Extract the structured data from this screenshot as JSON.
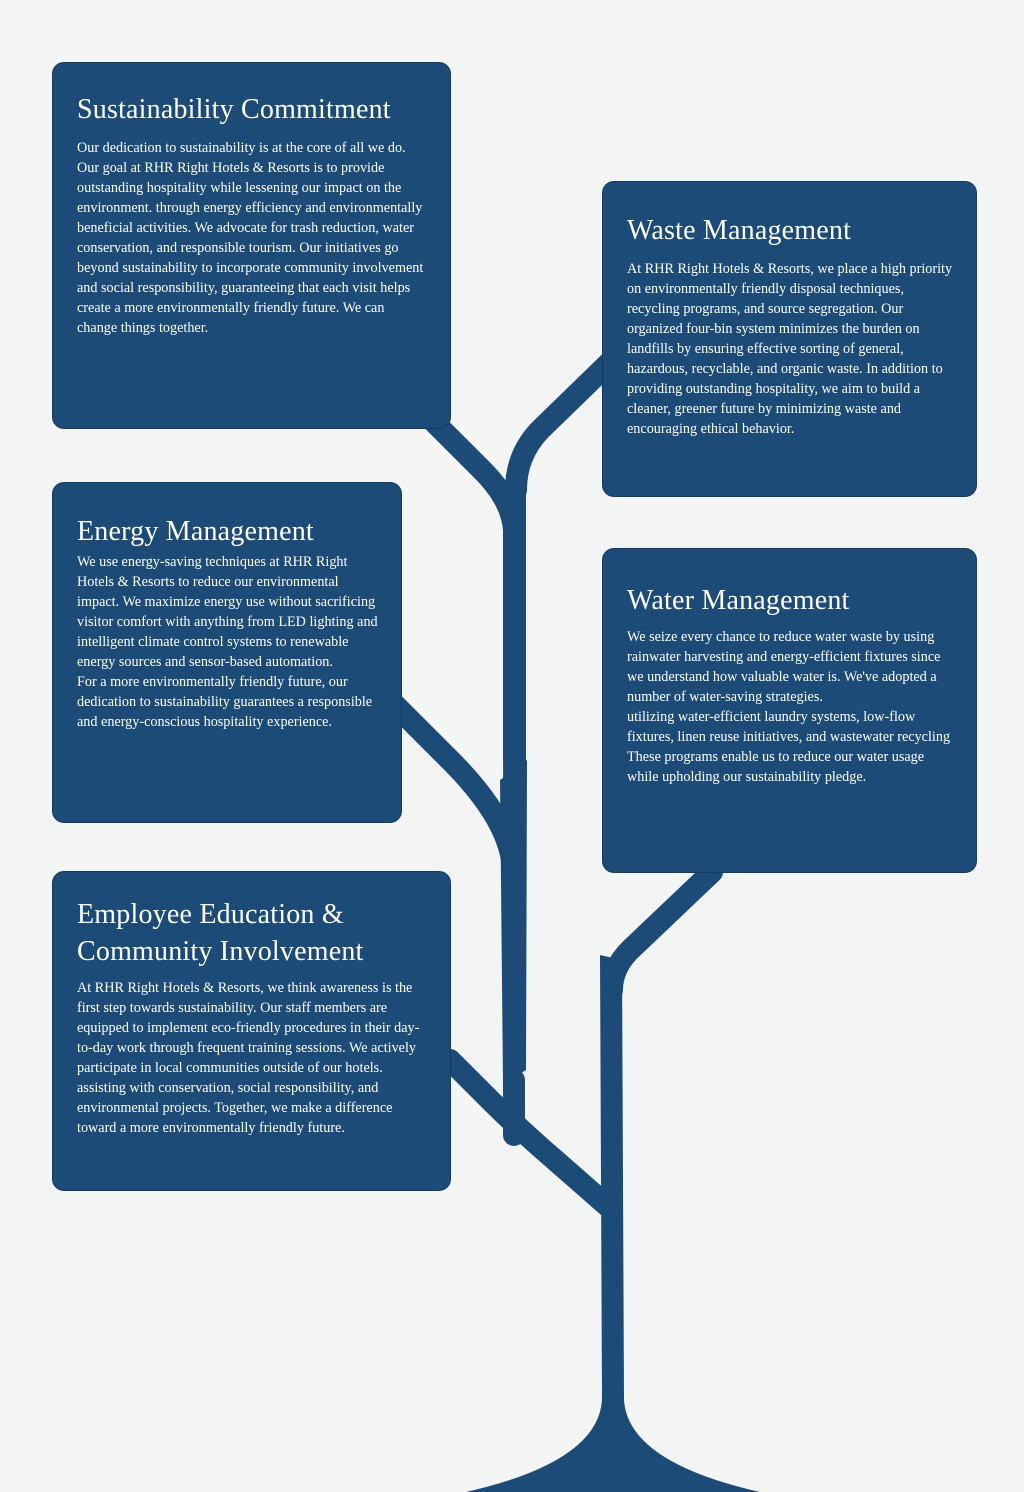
{
  "colors": {
    "background": "#f3f4f4",
    "tree": "#1d4b78",
    "card": "#1d4b78",
    "text": "#ffffff"
  },
  "sections": {
    "sustainability": {
      "title": "Sustainability Commitment",
      "body": "Our dedication to sustainability is at the core of all we do. Our goal at RHR Right Hotels & Resorts is to provide outstanding hospitality while lessening our impact on the environment. through energy efficiency and environmentally beneficial activities. We advocate for trash reduction, water conservation, and responsible tourism. Our initiatives go beyond sustainability to incorporate community involvement and social responsibility, guaranteeing that each visit helps create a more environmentally friendly future. We can change things together."
    },
    "waste": {
      "title": "Waste Management",
      "body": "At RHR Right Hotels & Resorts, we place a high priority on environmentally friendly disposal techniques, recycling programs, and source segregation. Our organized four-bin system minimizes the burden on landfills by ensuring effective sorting of general, hazardous, recyclable, and organic waste. In addition to providing outstanding hospitality, we aim to build a cleaner, greener future by minimizing waste and encouraging ethical behavior."
    },
    "energy": {
      "title": "Energy Management",
      "body": "We use energy-saving techniques at RHR Right Hotels & Resorts to reduce our environmental impact. We maximize energy use without sacrificing visitor comfort with anything from LED lighting and intelligent climate control systems to renewable energy sources and sensor-based automation.\nFor a more environmentally friendly future, our dedication to sustainability guarantees a responsible and energy-conscious hospitality experience."
    },
    "water": {
      "title": "Water Management",
      "body": "We seize every chance to reduce water waste by using rainwater harvesting and energy-efficient fixtures since we understand how valuable water is. We've adopted a number of water-saving strategies.\nutilizing water-efficient laundry systems, low-flow fixtures, linen reuse initiatives, and wastewater recycling These programs enable us to reduce our water usage while upholding our sustainability pledge."
    },
    "employee": {
      "title": "Employee Education & Community Involvement",
      "body": "At RHR Right Hotels & Resorts, we think awareness is the first step towards sustainability. Our staff members are equipped to implement eco-friendly procedures in their day-to-day work through frequent training sessions. We actively participate in local communities outside of our hotels.\nassisting with conservation, social responsibility, and environmental projects. Together, we make a difference toward a more environmentally friendly future."
    }
  }
}
